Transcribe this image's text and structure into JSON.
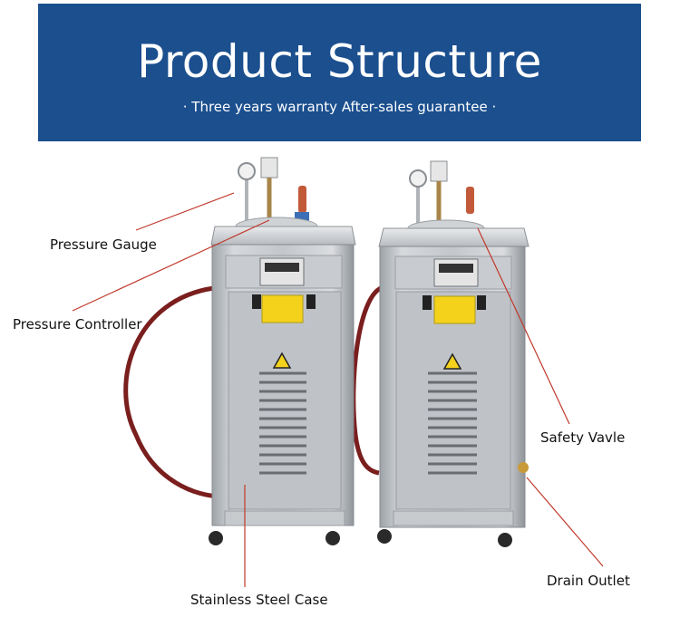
{
  "banner": {
    "title": "Product Structure",
    "subtitle": "· Three years warranty After-sales guarantee ·"
  },
  "callouts": {
    "pressure_gauge": "Pressure Gauge",
    "pressure_controller": "Pressure Controller",
    "safety_valve": "Safety Vavle",
    "drain_outlet": "Drain Outlet",
    "stainless_steel_case": "Stainless Steel Case"
  },
  "colors": {
    "banner": "#1b4f8e",
    "leader_line": "#c0392b"
  }
}
